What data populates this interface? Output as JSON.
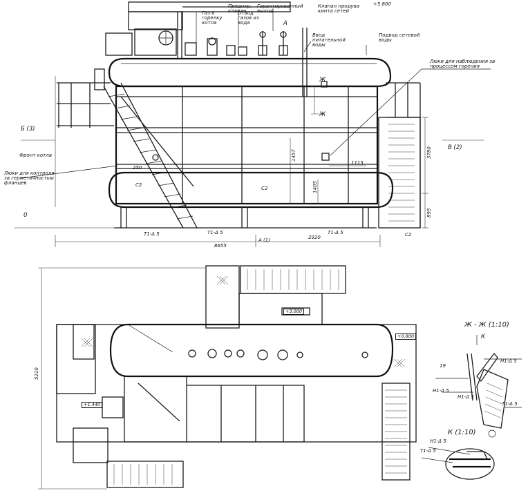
{
  "front_view": {
    "labels": {
      "gas_inlet": "Газ в горелку котла",
      "safety_valve": "Предохр. клапан",
      "pressure_relief": "Отвод газов из вода",
      "drain": "Гарантированный выход",
      "smoke_stack": "Клапан продува кинта сетей",
      "feed_water_inlet": "Ввод питательной воды",
      "return_water": "Подвод сетевой воды",
      "hatch_observe": "Люки для наблюдения за процессом горения",
      "hatch_control": "Люки для контроля за герметичностью фланцев",
      "boiler_front": "Фронт котла",
      "mark_a": "А",
      "elevation_top": "+5.800",
      "view_b3": "Б (3)",
      "view_b2": "В (2)",
      "section_zh_top": "Ж",
      "section_zh_bottom": "Ж",
      "zero_mark": "0",
      "a_bottom": "А (1)",
      "c2_left": "С2",
      "c2_mid": "С2",
      "c2_right": "С2",
      "weld_t1_left": "Т1-Δ 5",
      "weld_t1_mid": "Т1-Δ 5",
      "weld_t1_right": "Т1-Δ 5"
    },
    "dimensions": {
      "overall_length": "8655",
      "right_part": "2920",
      "height_total": "3780",
      "height_lower": "895",
      "height_mid": "1457",
      "small_h": "1405",
      "dim_1115": "1115",
      "dim_250": "250"
    }
  },
  "top_view": {
    "labels": {
      "elev_3000": "+3.000",
      "elev_0800": "+0.800",
      "elev_1440": "+1.440"
    },
    "dimensions": {
      "width": "5210"
    }
  },
  "section_zh": {
    "title": "Ж - Ж (1:10)",
    "k_mark": "К",
    "n19": "19",
    "weld_h1_top": "Н1-Δ 5",
    "weld_h1_left": "Н1-Δ 5",
    "weld_t1": "Т1-Δ 5",
    "weld_h1_small": "Н1-Δ 5"
  },
  "section_k": {
    "title": "К (1:10)",
    "weld_h1": "Н1-Δ 5",
    "weld_t1": "Т1-Δ 5"
  }
}
